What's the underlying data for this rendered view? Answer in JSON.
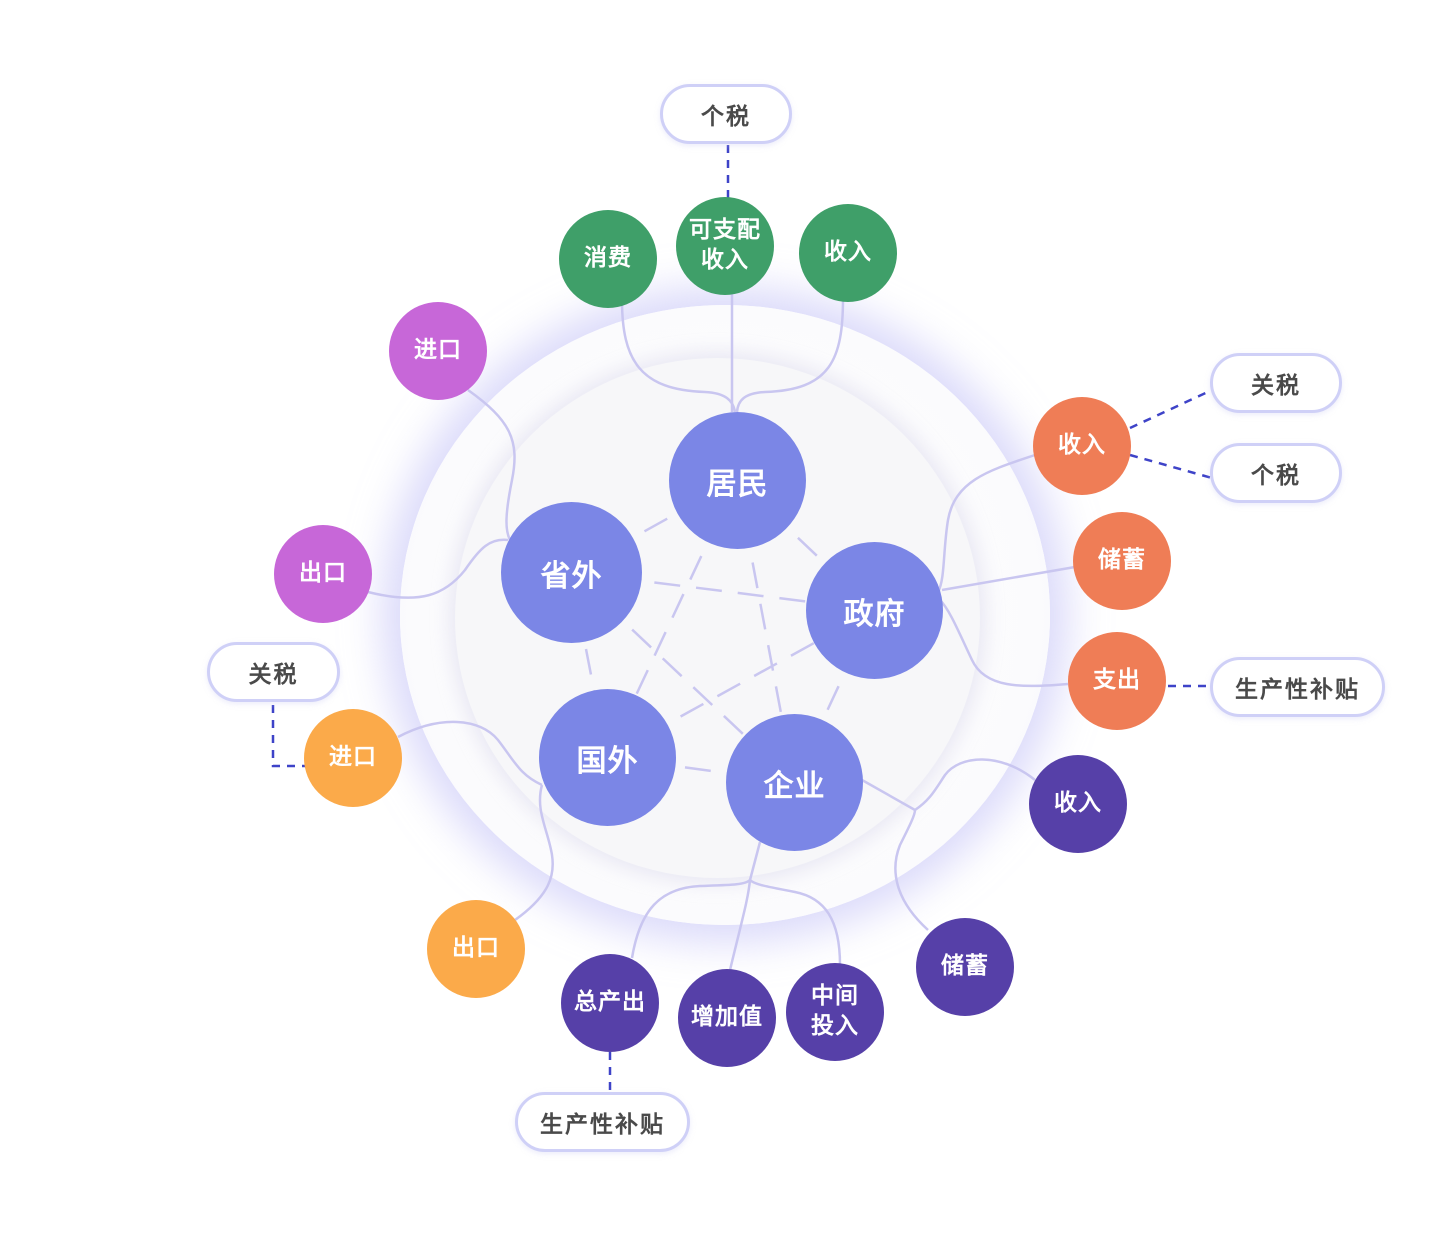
{
  "colors": {
    "core": "#7b86e6",
    "resident": "#3f9f69",
    "outside_province": "#c767d8",
    "government": "#ef7d56",
    "foreign": "#fbaa4a",
    "enterprise": "#5640a8",
    "link": "#c9c6f0",
    "dash_link": "#3e43c8"
  },
  "core": {
    "resident": "居民",
    "outside_province": "省外",
    "government": "政府",
    "foreign": "国外",
    "enterprise": "企业"
  },
  "resident": {
    "consumption": "消费",
    "disposable_income": "可支配\n收入",
    "income": "收入",
    "personal_tax": "个税"
  },
  "outside_province": {
    "import": "进口",
    "export": "出口"
  },
  "government": {
    "income": "收入",
    "tariff": "关税",
    "personal_tax": "个税",
    "saving": "储蓄",
    "expenditure": "支出",
    "production_subsidy": "生产性补贴"
  },
  "foreign": {
    "tariff": "关税",
    "import": "进口",
    "export": "出口"
  },
  "enterprise": {
    "income": "收入",
    "saving": "储蓄",
    "total_output": "总产出",
    "value_added": "增加值",
    "intermediate_input": "中间\n投入",
    "production_subsidy": "生产性补贴"
  }
}
